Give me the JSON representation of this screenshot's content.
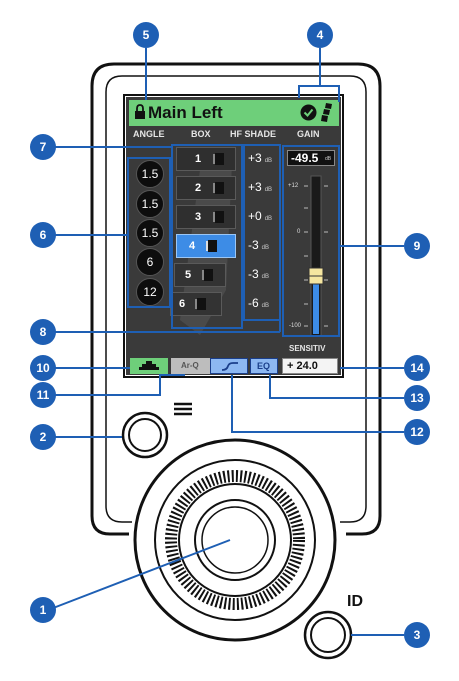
{
  "screen": {
    "title": "Main Left",
    "headers": {
      "angle": "ANGLE",
      "box": "BOX",
      "hf_shade": "HF SHADE",
      "gain": "GAIN"
    },
    "angles": [
      "1.5",
      "1.5",
      "1.5",
      "6",
      "12"
    ],
    "boxes": [
      {
        "num": "1",
        "selected": false
      },
      {
        "num": "2",
        "selected": false
      },
      {
        "num": "3",
        "selected": false
      },
      {
        "num": "4",
        "selected": true
      },
      {
        "num": "5",
        "selected": false
      },
      {
        "num": "6",
        "selected": false
      }
    ],
    "hf_shade": [
      "+3",
      "+3",
      "+0",
      "-3",
      "-3",
      "-6"
    ],
    "hf_unit": "dB",
    "gain_value": "-49.5",
    "gain_unit": "dB",
    "gain_scale": {
      "top": "+12",
      "mid": "0",
      "bottom": "-100"
    },
    "sensitivity_label": "SENSITIV",
    "sensitivity_value": "+ 24.0",
    "tab_eq": "EQ",
    "tab_arq": "Ar-Q"
  },
  "device": {
    "id_label": "ID"
  },
  "callouts": [
    "1",
    "2",
    "3",
    "4",
    "5",
    "6",
    "7",
    "8",
    "9",
    "10",
    "11",
    "12",
    "13",
    "14"
  ],
  "colors": {
    "callout": "#1e5fb4",
    "title_bar": "#6ecf7a",
    "selected_box": "#3d8ce6",
    "screen_bg": "#3a3a3a",
    "eq_tab": "#8db8f2"
  },
  "icons": [
    "lock-icon",
    "check-icon",
    "speaker-array-icon",
    "menu-icon",
    "box-speaker-icon",
    "array-display-icon",
    "shelf-filter-icon"
  ]
}
